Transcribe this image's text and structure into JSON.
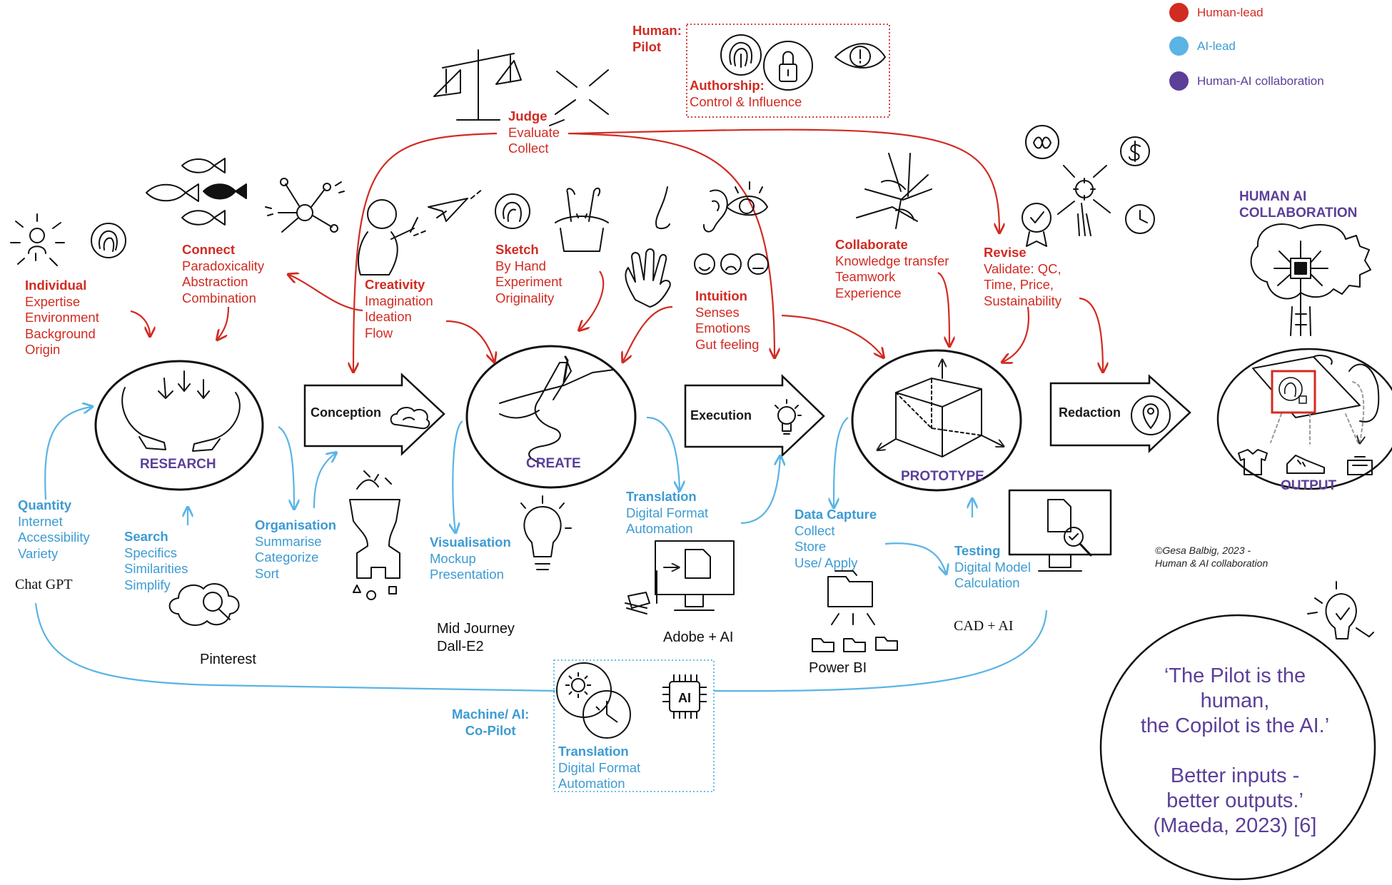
{
  "legend": [
    {
      "label": "Human-lead",
      "color": "#d12b22"
    },
    {
      "label": "AI-lead",
      "color": "#5ab4e5"
    },
    {
      "label": "Human-AI collaboration",
      "color": "#5b3f98"
    }
  ],
  "pilot": {
    "title": [
      "Human:",
      "Pilot"
    ],
    "heading": "Authorship:",
    "body": "Control & Influence"
  },
  "copilot": {
    "title": [
      "Machine/ AI:",
      "Co-Pilot"
    ],
    "heading": "Translation",
    "lines": [
      "Digital Format",
      "Automation"
    ],
    "chip_text": "AI"
  },
  "stages": {
    "research": "RESEARCH",
    "create": "CREATE",
    "prototype": "PROTOTYPE",
    "output": "OUTPUT",
    "hai_title": [
      "HUMAN AI",
      "COLLABORATION"
    ]
  },
  "arrows": {
    "conception": "Conception",
    "execution": "Execution",
    "redaction": "Redaction"
  },
  "human_blocks": {
    "judge": {
      "heading": "Judge",
      "lines": [
        "Evaluate",
        "Collect"
      ]
    },
    "individual": {
      "heading": "Individual",
      "lines": [
        "Expertise",
        "Environment",
        "Background",
        "Origin"
      ]
    },
    "connect": {
      "heading": "Connect",
      "lines": [
        "Paradoxicality",
        "Abstraction",
        "Combination"
      ]
    },
    "creativity": {
      "heading": "Creativity",
      "lines": [
        "Imagination",
        "Ideation",
        "Flow"
      ]
    },
    "sketch": {
      "heading": "Sketch",
      "lines": [
        "By Hand",
        "Experiment",
        "Originality"
      ]
    },
    "intuition": {
      "heading": "Intuition",
      "lines": [
        "Senses",
        "Emotions",
        "Gut feeling"
      ]
    },
    "collaborate": {
      "heading": "Collaborate",
      "lines": [
        "Knowledge transfer",
        "Teamwork",
        "Experience"
      ]
    },
    "revise": {
      "heading": "Revise",
      "lines": [
        "Validate: QC,",
        "Time, Price,",
        "Sustainability"
      ]
    }
  },
  "ai_blocks": {
    "quantity": {
      "heading": "Quantity",
      "lines": [
        "Internet",
        "Accessibility",
        "Variety"
      ]
    },
    "search": {
      "heading": "Search",
      "lines": [
        "Specifics",
        "Similarities",
        "Simplify"
      ]
    },
    "organisation": {
      "heading": "Organisation",
      "lines": [
        "Summarise",
        "Categorize",
        "Sort"
      ]
    },
    "visualisation": {
      "heading": "Visualisation",
      "lines": [
        "Mockup",
        "Presentation"
      ]
    },
    "translation": {
      "heading": "Translation",
      "lines": [
        "Digital Format",
        "Automation"
      ]
    },
    "data_capture": {
      "heading": "Data Capture",
      "lines": [
        "Collect",
        "Store",
        "Use/ Apply"
      ]
    },
    "testing": {
      "heading": "Testing",
      "lines": [
        "Digital Model",
        "Calculation"
      ]
    }
  },
  "tools": {
    "chatgpt": "Chat GPT",
    "pinterest": "Pinterest",
    "midjourney": [
      "Mid Journey",
      "Dall-E2"
    ],
    "adobe": "Adobe + AI",
    "powerbi": "Power BI",
    "cad": "CAD + AI"
  },
  "credit": [
    "©Gesa Balbig, 2023 -",
    "Human & AI collaboration"
  ],
  "quote": [
    "‘The Pilot is the",
    "human,",
    "the Copilot is the AI.’",
    "",
    "Better inputs -",
    "better outputs.’",
    "(Maeda, 2023) [6]"
  ],
  "icons": [
    "scales-icon",
    "arrows-inward-icon",
    "fingerprint-icon",
    "padlock-icon",
    "eye-icon",
    "fish-icon",
    "network-node-icon",
    "person-radiating-icon",
    "person-throwing-plane-icon",
    "rabbit-in-hat-icon",
    "nose-icon",
    "ear-icon",
    "hand-icon",
    "smiley-icons",
    "handshake-hands-icon",
    "gear-network-icon",
    "brain-chip-gear-icon",
    "cupped-hands-icon",
    "drawing-hand-icon",
    "cube-icon",
    "cloud-icon",
    "lightbulb-icon",
    "location-pin-icon",
    "magnifier-cloud-icon",
    "head-shapes-icon",
    "monitor-document-icon",
    "folder-tree-icon",
    "monitor-magnifier-icon",
    "bulb-check-icon",
    "tshirt-icon",
    "shoe-icon",
    "toaster-icon"
  ]
}
